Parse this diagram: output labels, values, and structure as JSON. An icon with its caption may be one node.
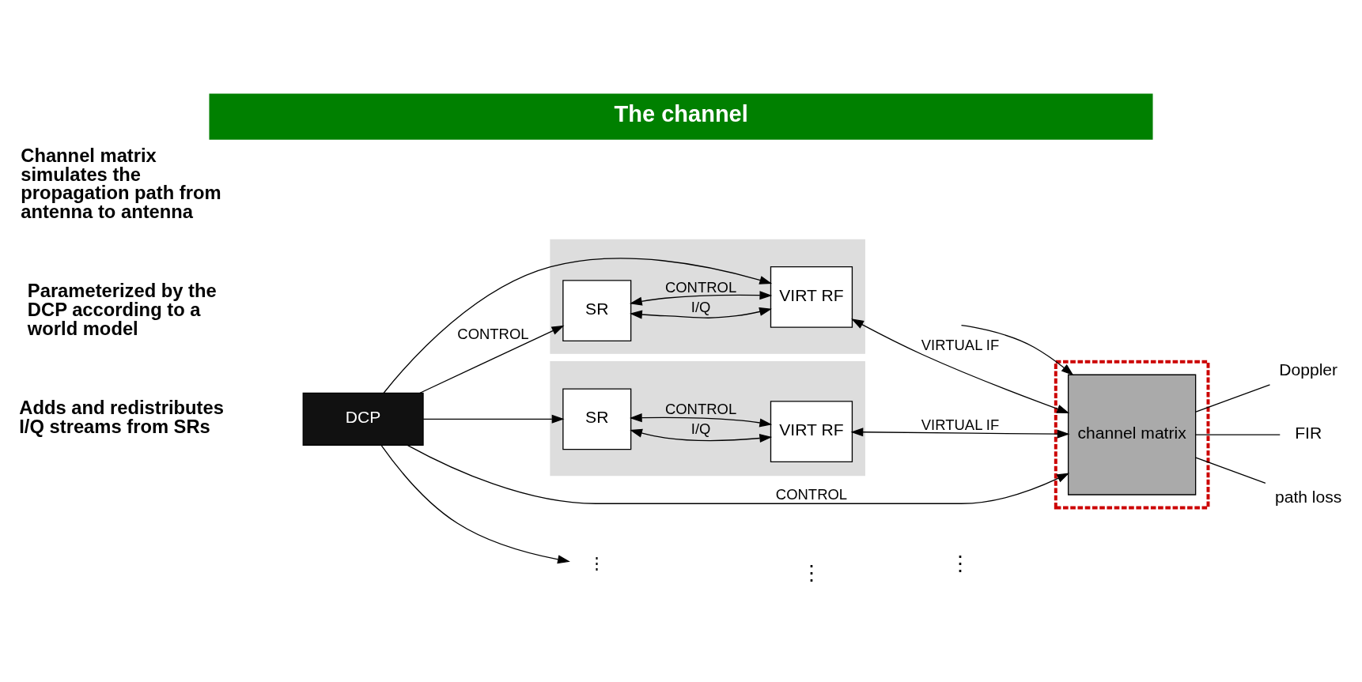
{
  "diagram": {
    "title": "The channel",
    "nodes": [
      {
        "text": [
          "DCP"
        ]
      },
      {
        "text": [],
        "shape": "box"
      },
      {
        "text": [
          "SR"
        ],
        "in": 1
      },
      {
        "text": [
          "VIRT RF"
        ],
        "in": 1
      },
      {
        "text": [],
        "shape": "box"
      },
      {
        "text": [
          "SR"
        ],
        "in": 4
      },
      {
        "text": [
          "VIRT RF"
        ],
        "in": 4
      },
      {
        "text": [],
        "shape": "box"
      },
      {
        "text": [
          "channel matrix"
        ],
        "in": 7
      },
      {
        "text": [
          "⋮"
        ]
      },
      {
        "text": [
          "Doppler"
        ]
      },
      {
        "text": [
          "FIR"
        ]
      },
      {
        "text": [
          "path loss"
        ]
      }
    ],
    "edges": [
      {
        "from": 0,
        "to": 2,
        "arrow": "to",
        "label": "CONTROL"
      },
      {
        "from": 0,
        "to": 9,
        "arrow": "to"
      },
      {
        "from": 0,
        "to": 5,
        "arrow": "to"
      },
      {
        "from": 0,
        "to": 3,
        "arrow": "to"
      },
      {
        "from": 0,
        "to": 8,
        "arrow": "to",
        "label": "CONTROL"
      },
      {
        "from": 2,
        "to": 3,
        "arrow": "both",
        "label": "I/Q"
      },
      {
        "from": 2,
        "to": 3,
        "arrow": "both",
        "label": "CONTROL"
      },
      {
        "from": 5,
        "to": 6,
        "arrow": "both",
        "label": "I/Q"
      },
      {
        "from": 5,
        "to": 6,
        "arrow": "both",
        "label": "CONTROL"
      },
      {
        "from": 3,
        "to": 8,
        "arrow": "both",
        "label": "VIRTUAL IF"
      },
      {
        "from": null,
        "to": 8,
        "arrow": "to"
      },
      {
        "from": 6,
        "to": 8,
        "arrow": "both",
        "label": "VIRTUAL IF"
      },
      {
        "from": 8,
        "to": 10,
        "arrow": "none"
      },
      {
        "from": 8,
        "to": 11,
        "arrow": "none"
      },
      {
        "from": 8,
        "to": 12,
        "arrow": "none"
      }
    ],
    "labels": [
      "Channel matrix simulates the propagation path from antenna to antenna",
      "Parameterized by the DCP according to a world model",
      "Adds and redistributes I/Q streams from SRs",
      "⋮",
      "⋮"
    ]
  }
}
